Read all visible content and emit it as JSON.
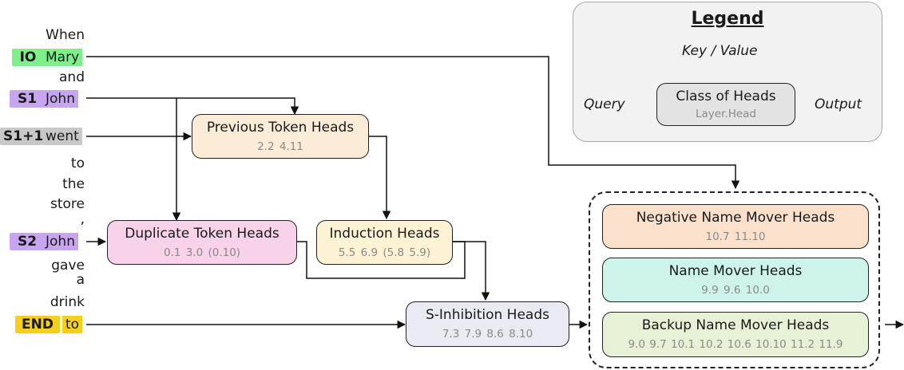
{
  "sentence": {
    "words": [
      "When",
      "and",
      "to",
      "the",
      "store",
      ",",
      "gave",
      "a",
      "drink"
    ],
    "io": {
      "tag": "IO",
      "word": "Mary"
    },
    "s1": {
      "tag": "S1",
      "word": "John"
    },
    "s1p1": {
      "tag": "S1+1",
      "word": "went"
    },
    "s2": {
      "tag": "S2",
      "word": "John"
    },
    "end": {
      "tag": "END",
      "word": "to"
    }
  },
  "heads": {
    "previous_token": {
      "title": "Previous Token Heads",
      "ids": "2.2   4.11"
    },
    "duplicate_token": {
      "title": "Duplicate Token Heads",
      "ids": "0.1   3.0   (0.10)"
    },
    "induction": {
      "title": "Induction Heads",
      "ids": "5.5   6.9   (5.8  5.9)"
    },
    "s_inhibition": {
      "title": "S-Inhibition Heads",
      "ids": "7.3  7.9  8.6   8.10"
    },
    "negative_name_mover": {
      "title": "Negative Name Mover Heads",
      "ids": "10.7  11.10"
    },
    "name_mover": {
      "title": "Name Mover Heads",
      "ids": "9.9   9.6   10.0"
    },
    "backup_name_mover": {
      "title": "Backup Name Mover Heads",
      "ids": "9.0  9.7  10.1  10.2  10.6  10.10  11.2  11.9"
    }
  },
  "legend": {
    "title": "Legend",
    "key_value": "Key / Value",
    "query": "Query",
    "output": "Output",
    "box_title": "Class of Heads",
    "box_sub": "Layer.Head"
  },
  "colors": {
    "io": "#7df08a",
    "s1": "#c7a6ef",
    "s1p1": "#c8c8c8",
    "end": "#f7cf1a",
    "previous_token": "#faecd6",
    "duplicate_token": "#f7d2e8",
    "induction": "#fdf3d4",
    "s_inhibition": "#eaeaf3",
    "negative_name_mover": "#fbe0cc",
    "name_mover": "#cdf3ea",
    "backup_name_mover": "#e7f1d6",
    "legend_box": "#e3e3e3"
  }
}
